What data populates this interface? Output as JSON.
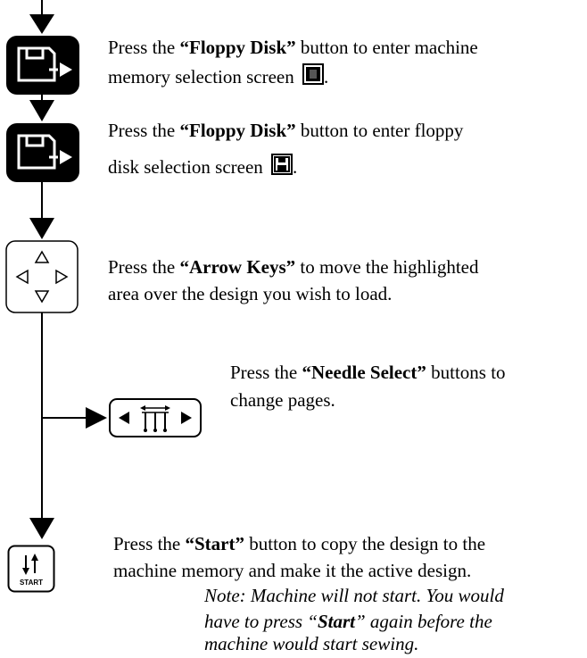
{
  "steps": {
    "floppy1": {
      "pre": "Press the ",
      "button": "“Floppy Disk”",
      "post": " button to enter machine",
      "line2": "memory selection screen",
      "line2_end": "."
    },
    "floppy2": {
      "pre": "Press the ",
      "button": "“Floppy Disk”",
      "post": " button to enter floppy",
      "line2": "disk selection screen",
      "line2_end": "."
    },
    "arrows": {
      "pre": "Press the ",
      "button": "“Arrow Keys”",
      "post": " to move the highlighted",
      "line2": "area over the design you wish to load."
    },
    "needle": {
      "pre": "Press the ",
      "button": "“Needle Select”",
      "post": " buttons to",
      "line2": "change pages."
    },
    "start": {
      "pre": "Press the ",
      "button": "“Start”",
      "post": " button to copy the design to the",
      "line2": "machine memory and make it the active design.",
      "note1": "Note: Machine will not start. You would",
      "note2_pre": "have to press “",
      "note2_bold": "Start",
      "note2_post": "” again before the",
      "note3": "machine would start sewing."
    }
  },
  "start_key_label": "START",
  "icons": [
    "floppy-disk-button-icon",
    "arrow-keys-icon",
    "needle-select-icon",
    "start-button-icon",
    "memory-screen-icon",
    "disk-screen-icon"
  ],
  "colors": {
    "ink": "#000000",
    "background": "#ffffff"
  }
}
